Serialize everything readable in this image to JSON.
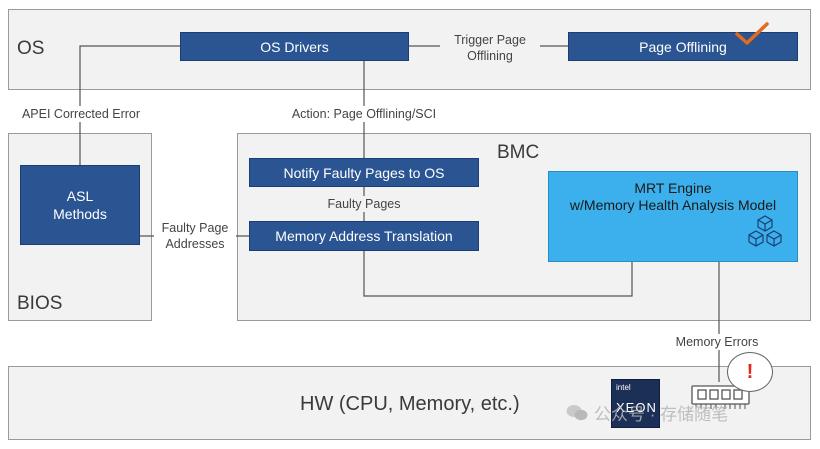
{
  "layers": {
    "os": "OS",
    "bios": "BIOS",
    "bmc": "BMC",
    "hw": "HW (CPU, Memory, etc.)"
  },
  "boxes": {
    "os_drivers": "OS Drivers",
    "page_offlining": "Page Offlining",
    "asl_methods_line1": "ASL",
    "asl_methods_line2": "Methods",
    "notify_faulty_pages": "Notify Faulty Pages to OS",
    "memory_address_translation": "Memory Address Translation",
    "mrt_engine_line1": "MRT Engine",
    "mrt_engine_line2": "w/Memory Health Analysis Model"
  },
  "labels": {
    "trigger_line1": "Trigger Page",
    "trigger_line2": "Offlining",
    "apei": "APEI Corrected Error",
    "action": "Action: Page Offlining/SCI",
    "faulty_pages": "Faulty Pages",
    "faulty_addr_line1": "Faulty Page",
    "faulty_addr_line2": "Addresses",
    "memory_errors": "Memory Errors",
    "alert_mark": "!"
  },
  "logo": {
    "intel": "intel",
    "xeon": "XEON"
  },
  "watermark": "公众号 · 存储随笔",
  "colors": {
    "box_blue": "#2a5592",
    "mrt_fill": "#3cb0ec",
    "checkmark": "#e06a1e",
    "layer_bg": "#f2f2f2"
  }
}
